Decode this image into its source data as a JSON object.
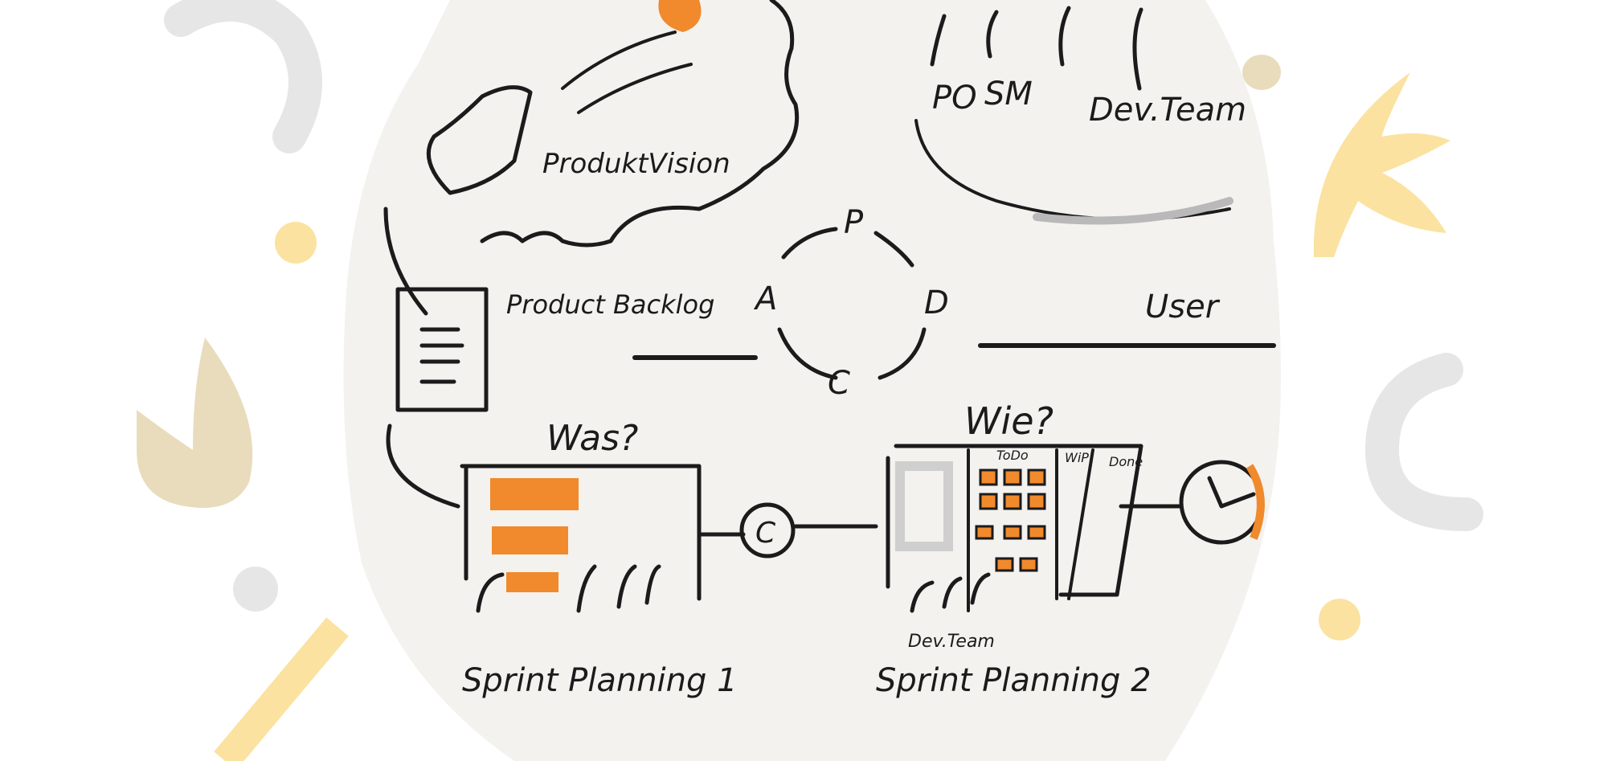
{
  "colors": {
    "paper": "#f3f2ee",
    "ink": "#1b1b1b",
    "accent_orange": "#f08a2c",
    "deco_gray": "#e6e6e6",
    "deco_tan": "#e8dcbc",
    "deco_yellow": "#fbe2a0"
  },
  "sketch": {
    "roles": {
      "po": "PO",
      "sm": "SM",
      "dev_team": "Dev.Team"
    },
    "vision": "ProduktVision",
    "backlog": "Product Backlog",
    "pdca": {
      "p": "P",
      "d": "D",
      "c": "C",
      "a": "A"
    },
    "user": "User",
    "what": "Was?",
    "how": "Wie?",
    "commit": "C",
    "board": {
      "todo": "ToDo",
      "wip": "WiP",
      "done": "Done"
    },
    "dev_team_small": "Dev.Team",
    "planning1": "Sprint Planning 1",
    "planning2": "Sprint Planning 2"
  }
}
